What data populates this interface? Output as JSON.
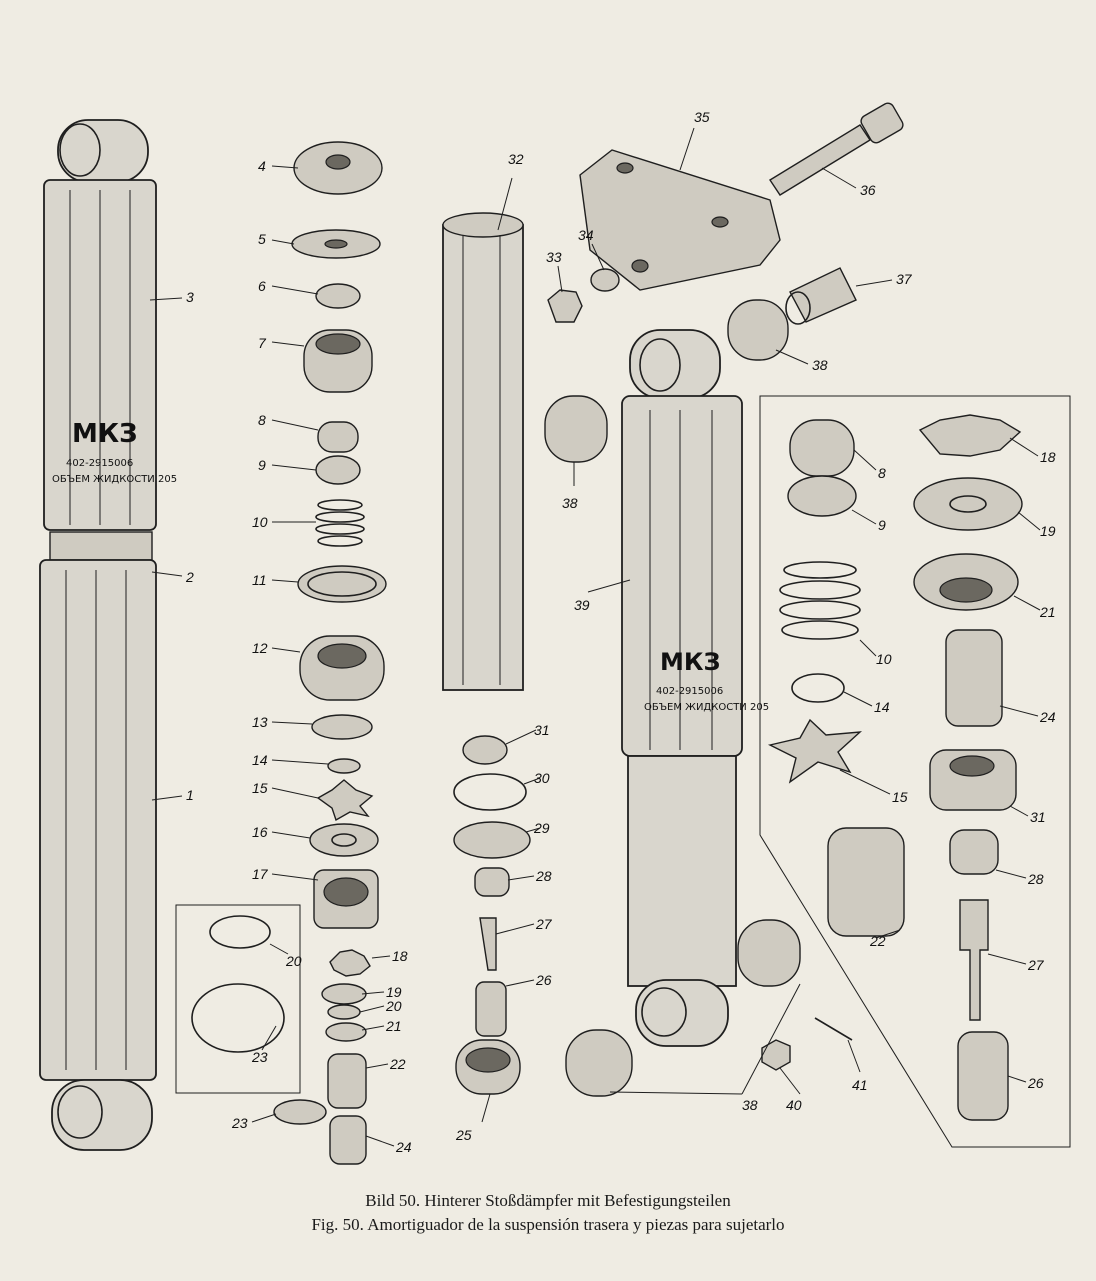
{
  "caption": {
    "de": "Bild 50. Hinterer Stoßdämpfer mit Befestigungsteilen",
    "es": "Fig. 50. Amortiguador de la suspensión trasera y piezas para sujetarlo"
  },
  "labels": {
    "mk_logo": "МКЗ",
    "part_code": "402-2915006",
    "fluid_text": "ОБЪЕМ ЖИДКОСТИ 205"
  },
  "callouts": {
    "n1": "1",
    "n2": "2",
    "n3": "3",
    "n4": "4",
    "n5": "5",
    "n6": "6",
    "n7": "7",
    "n8": "8",
    "n9": "9",
    "n10": "10",
    "n11": "11",
    "n12": "12",
    "n13": "13",
    "n14": "14",
    "n15": "15",
    "n16": "16",
    "n17": "17",
    "n18": "18",
    "n19": "19",
    "n20": "20",
    "n21": "21",
    "n22": "22",
    "n23": "23",
    "n24": "24",
    "n25": "25",
    "n26": "26",
    "n27": "27",
    "n28": "28",
    "n29": "29",
    "n30": "30",
    "n31": "31",
    "n32": "32",
    "n33": "33",
    "n34": "34",
    "n35": "35",
    "n36": "36",
    "n37": "37",
    "n38": "38",
    "n39": "39",
    "n40": "40",
    "n41": "41"
  }
}
